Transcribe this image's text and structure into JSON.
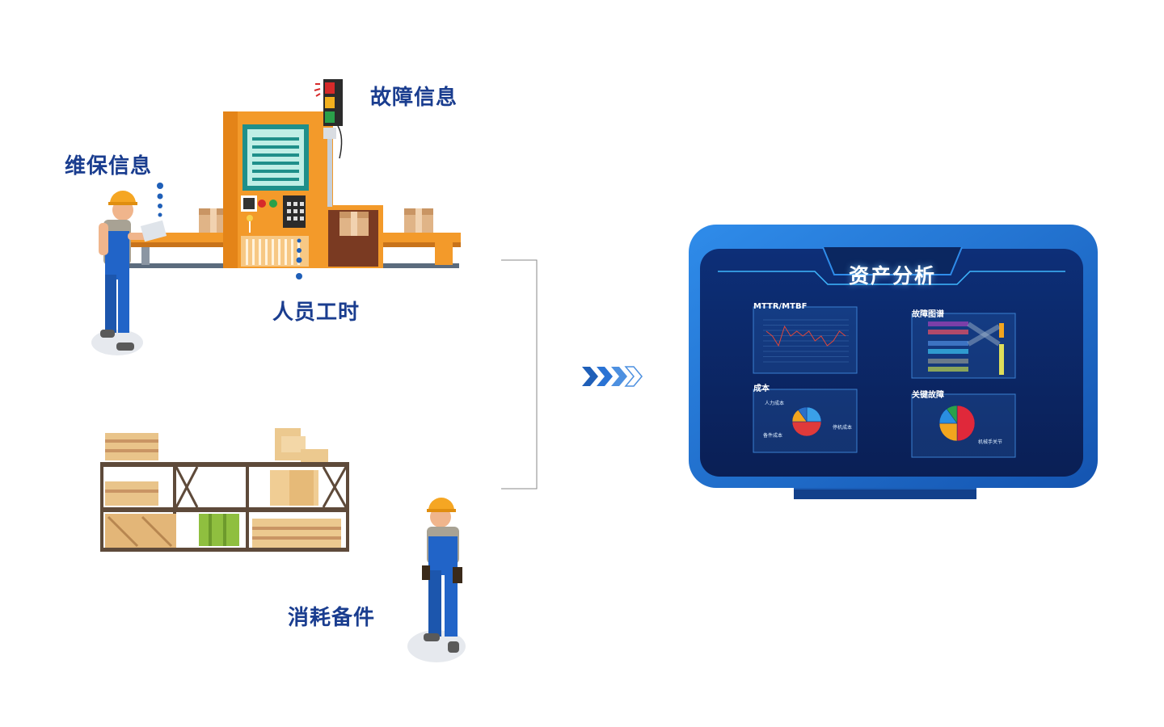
{
  "labels": {
    "maintenance_info": "维保信息",
    "fault_info": "故障信息",
    "labor_hours": "人员工时",
    "consumable_parts": "消耗备件"
  },
  "dashboard": {
    "title": "资产分析",
    "panels": {
      "mttr": "MTTR/MTBF",
      "fault_graph": "故障图谱",
      "cost": "成本",
      "key_fault": "关键故障"
    },
    "cost_labels": {
      "labor": "人力成本",
      "downtime": "停机成本",
      "spare": "备件成本"
    },
    "key_fault_label": "机械手关节"
  },
  "colors": {
    "label_blue": "#1a3d8f",
    "machine_orange": "#f39a2a",
    "screen_blue": "#0c2a6b",
    "frame_blue": "#1f6fd1"
  },
  "chart_data": [
    {
      "type": "line",
      "title": "MTTR/MTBF",
      "x": [
        1,
        2,
        3,
        4,
        5,
        6,
        7,
        8,
        9,
        10,
        11,
        12,
        13,
        14
      ],
      "series": [
        {
          "values": [
            6,
            5,
            3,
            7,
            5,
            6,
            5,
            6,
            4,
            5,
            3,
            4,
            6,
            5
          ]
        }
      ]
    },
    {
      "type": "pie",
      "title": "成本",
      "categories": [
        "人力成本",
        "停机成本",
        "备件成本",
        ""
      ],
      "values": [
        25,
        50,
        15,
        10
      ]
    },
    {
      "type": "pie",
      "title": "关键故障",
      "categories": [
        "机械手关节",
        "",
        "",
        ""
      ],
      "values": [
        50,
        25,
        15,
        10
      ]
    }
  ]
}
